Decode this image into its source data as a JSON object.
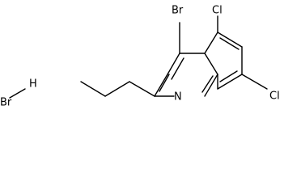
{
  "molecule": {
    "atoms": {
      "br_top": "Br",
      "cl_top": "Cl",
      "cl_right": "Cl",
      "n_ring": "N",
      "br_salt": "Br",
      "h_salt": "H"
    }
  },
  "colors": {
    "bond": "#000000",
    "text": "#000000",
    "background": "#ffffff"
  }
}
